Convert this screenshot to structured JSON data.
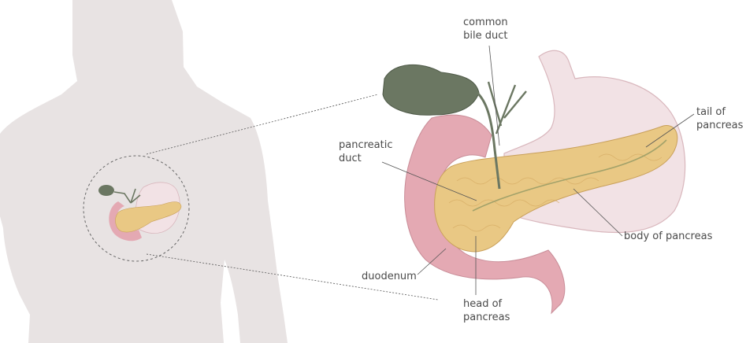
{
  "labels": {
    "common_bile_duct": "common\nbile duct",
    "tail_of_pancreas": "tail of\npancreas",
    "pancreatic_duct": "pancreatic\nduct",
    "body_of_pancreas": "body of pancreas",
    "duodenum": "duodenum",
    "head_of_pancreas": "head of\npancreas"
  },
  "colors": {
    "silhouette": "#e8e3e3",
    "pancreas": "#e9c884",
    "duodenum": "#e4a9b3",
    "stomach": "#f2e2e5",
    "gallbladder": "#6b7762",
    "leader_line": "#555555"
  }
}
